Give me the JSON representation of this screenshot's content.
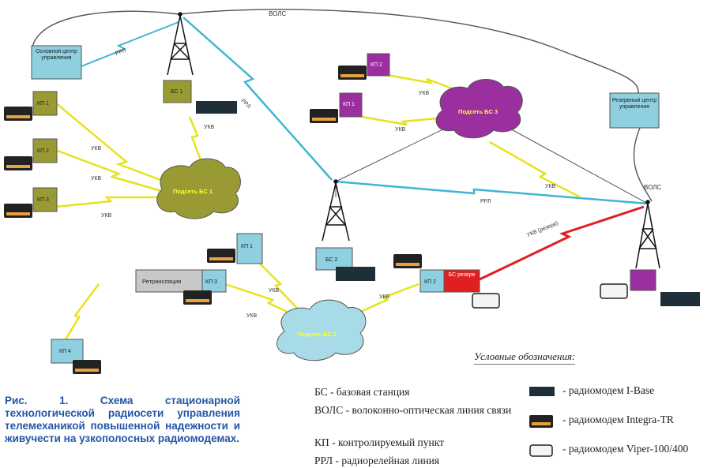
{
  "diagram": {
    "links": {
      "vols_top": "ВОЛС",
      "vols_right": "ВОЛС",
      "rrl_main": "РРЛ",
      "rrl_bs1": "РРЛ",
      "rrl_bs2": "РРЛ",
      "ukv": "УКВ",
      "ukv_reserve": "УКВ (резерв)"
    },
    "nodes": {
      "main_center": "Основной центр управления",
      "reserve_center": "Резервный центр управления",
      "bs1": "БС 1",
      "bs2": "БС 2",
      "bs_reserve": "БС резерв",
      "kp1_left": "КП 1",
      "kp2_left": "КП 2",
      "kp3_left": "КП 3",
      "kp2_top": "КП 2",
      "kp1_top": "КП 1",
      "kp1_bottom": "КП 1",
      "kp3_bottom": "КП 3",
      "kp2_right": "КП 2",
      "kp4": "КП 4",
      "relay": "Ретрансляция"
    },
    "clouds": {
      "subnet_bs1": "Подсеть БС 1",
      "subnet_bs2": "Подсеть БС 2",
      "subnet_bs3": "Подсеть БС 3"
    }
  },
  "caption": "Рис. 1. Схема стационарной технологической радиосети управления телемеханикой повышенной надежности и живучести на узкополосных радиомодемах.",
  "legend": {
    "title": "Условные обозначения:",
    "abbreviations": [
      "БС - базовая станция",
      "ВОЛС - волоконно-оптическая линия связи",
      "КП - контролируемый пункт",
      "РРЛ - радиорелейная линия"
    ],
    "devices": [
      {
        "label": "- радиомодем I-Base",
        "icon": "ibase-modem-icon"
      },
      {
        "label": "- радиомодем Integra-TR",
        "icon": "integra-modem-icon"
      },
      {
        "label": "- радиомодем Viper-100/400",
        "icon": "viper-modem-icon"
      }
    ]
  },
  "colors": {
    "olive": "#9a9a34",
    "purple": "#9b2fa0",
    "cyan": "#8ecfe0",
    "red": "#e02020",
    "grey": "#c8c8c8",
    "caption": "#2356a8",
    "ukv_link": "#e7e21e",
    "rrl_link": "#3fb6d0"
  }
}
